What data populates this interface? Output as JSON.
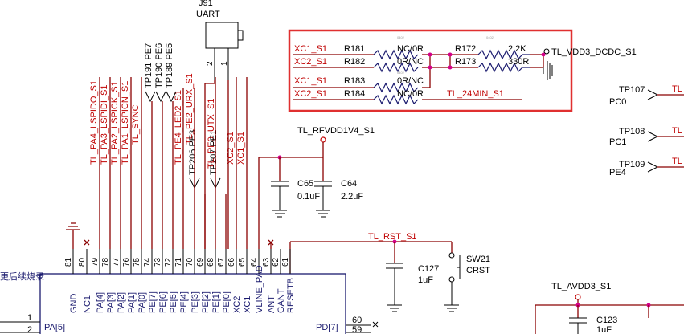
{
  "uart": {
    "ref": "J91",
    "name": "UART",
    "pin2": "2",
    "pin1": "1"
  },
  "vertical_nets": [
    {
      "label": "TL_PA4_LSPIDO_S1",
      "x": 0
    },
    {
      "label": "TL_PA3_LSPIDI_S1",
      "x": 1
    },
    {
      "label": "TL_PA2_LSPICK_S1",
      "x": 2
    },
    {
      "label": "TL_PA1_LSPICN_S1",
      "x": 3
    },
    {
      "label": "TL_SYNC",
      "x": 4
    },
    {
      "label": "TL_PE4_LED2_S1",
      "x": 5
    },
    {
      "label": "TL_PE2_URX_S1",
      "x": 6
    },
    {
      "label": "TL_PE0_UTX_S1",
      "x": 7
    },
    {
      "label": "XC2_S1",
      "x": 8
    },
    {
      "label": "XC1_S1",
      "x": 9
    }
  ],
  "testpoints_top": [
    "TP191 PE7",
    "TP190 PE6",
    "TP189 PE5"
  ],
  "testpoints_mid": [
    "TP206 PE3",
    "TP207 PE1"
  ],
  "box": {
    "rows": [
      {
        "net": "XC1_S1",
        "ref": "R181",
        "val": "NC/0R"
      },
      {
        "net": "XC2_S1",
        "ref": "R182",
        "val": "0R/NC"
      },
      {
        "net": "XC1_S1",
        "ref": "R183",
        "val": "0R/NC"
      },
      {
        "net": "XC2_S1",
        "ref": "R184",
        "val": "NC/0R"
      }
    ],
    "r172": {
      "ref": "R172",
      "val": "2.2K"
    },
    "r173": {
      "ref": "R173",
      "val": "330R"
    },
    "dcdc": "TL_VDD3_DCDC_S1",
    "min": "TL_24MIN_S1",
    "fp": "0402"
  },
  "right_tps": [
    {
      "tp": "TP107",
      "port": "PC0",
      "net": "TL"
    },
    {
      "tp": "TP108",
      "port": "PC1",
      "net": "TL"
    },
    {
      "tp": "TP109",
      "port": "PE4",
      "net": "TL"
    }
  ],
  "rfvdd": "TL_RFVDD1V4_S1",
  "caps": [
    {
      "ref": "C65",
      "val": "0.1uF"
    },
    {
      "ref": "C64",
      "val": "2.2uF"
    }
  ],
  "rst": {
    "net": "TL_RST_S1",
    "cap_ref": "C127",
    "cap_val": "1uF",
    "sw_ref": "SW21",
    "sw_name": "CRST"
  },
  "avdd": {
    "net": "TL_AVDD3_S1",
    "cap_ref": "C123",
    "cap_val": "1uF"
  },
  "chinese_note": "更后续烧录",
  "pin_numbers": [
    "81",
    "80",
    "79",
    "78",
    "77",
    "76",
    "75",
    "74",
    "73",
    "72",
    "71",
    "70",
    "69",
    "68",
    "67",
    "66",
    "65",
    "64",
    "63",
    "62",
    "61"
  ],
  "pin_names": [
    "GND",
    "NC1",
    "PA[4]",
    "PA[3]",
    "PA[2]",
    "PA[1]",
    "PA[0]",
    "PE[7]",
    "PE[6]",
    "PE[5]",
    "PE[4]",
    "PE[3]",
    "PE[2]",
    "PE[1]",
    "PE[0]",
    "XC2",
    "XC1",
    "VLINE_PAD",
    "ANT",
    "GANT",
    "RESETB"
  ],
  "left_pins": [
    {
      "num": "1",
      "name": ""
    },
    {
      "num": "2",
      "name": "PA[5]"
    }
  ],
  "right_pins": [
    {
      "num": "60",
      "name": "PD[7]"
    },
    {
      "num": "59",
      "name": ""
    }
  ],
  "colors": {
    "highlight": "#e03030",
    "wire": "#8b0000",
    "net_label": "#c00000",
    "junction": "#d4008a",
    "text": "#1a1a6e"
  }
}
